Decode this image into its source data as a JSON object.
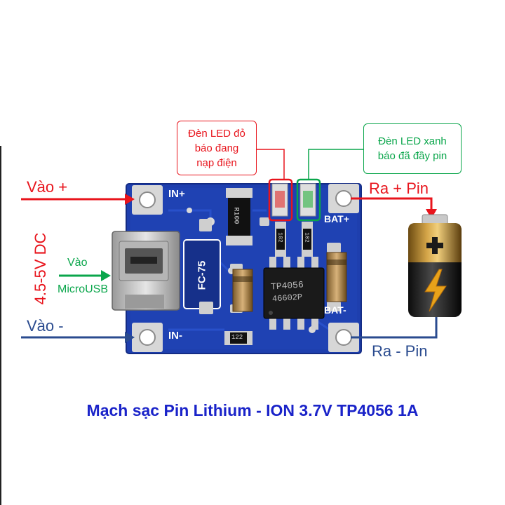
{
  "labels": {
    "vao_plus": "Vào +",
    "vao_minus": "Vào -",
    "vao_usb_1": "Vào",
    "vao_usb_2": "MicroUSB",
    "voltage": "4.5-5V DC",
    "ra_plus": "Ra + Pin",
    "ra_minus": "Ra - Pin",
    "callout_red": [
      "Đèn LED đỏ",
      "báo đang",
      "nạp điện"
    ],
    "callout_green": [
      "Đèn LED xanh",
      "báo đã đầy pin"
    ],
    "title": "Mạch sạc Pin Lithium - ION 3.7V TP4056 1A"
  },
  "board": {
    "pad_in_plus": "IN+",
    "pad_in_minus": "IN-",
    "pad_bat_plus": "BAT+",
    "pad_bat_minus": "BAT-",
    "inductor": "FC-75",
    "ic": "TP4056",
    "ic_code": "46602P",
    "resistor": "R100",
    "small_resistor": "122",
    "led_res_1": "102",
    "led_res_2": "102"
  },
  "colors": {
    "red": "#e8141c",
    "green": "#0aa64b",
    "blue": "#2a4b8f",
    "title": "#1a23c9",
    "pcb": "#1e3fae",
    "pcb_dark": "#142c85"
  }
}
